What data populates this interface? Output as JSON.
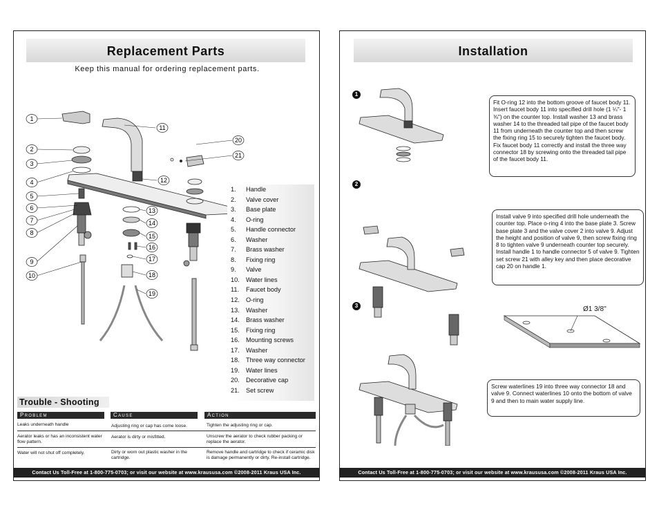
{
  "left_page": {
    "title": "Replacement Parts",
    "subtitle": "Keep this manual for ordering replacement parts.",
    "callouts": [
      "1",
      "2",
      "3",
      "4",
      "5",
      "6",
      "7",
      "8",
      "9",
      "10",
      "11",
      "12",
      "13",
      "14",
      "15",
      "16",
      "17",
      "18",
      "19",
      "20",
      "21"
    ],
    "parts": [
      {
        "num": "1.",
        "name": "Handle"
      },
      {
        "num": "2.",
        "name": "Valve cover"
      },
      {
        "num": "3.",
        "name": "Base plate"
      },
      {
        "num": "4.",
        "name": "O-ring"
      },
      {
        "num": "5.",
        "name": "Handle connector"
      },
      {
        "num": "6.",
        "name": "Washer"
      },
      {
        "num": "7.",
        "name": "Brass washer"
      },
      {
        "num": "8.",
        "name": "Fixing ring"
      },
      {
        "num": "9.",
        "name": "Valve"
      },
      {
        "num": "10.",
        "name": "Water lines"
      },
      {
        "num": "11.",
        "name": "Faucet body"
      },
      {
        "num": "12.",
        "name": "O-ring"
      },
      {
        "num": "13.",
        "name": "Washer"
      },
      {
        "num": "14.",
        "name": "Brass washer"
      },
      {
        "num": "15.",
        "name": "Fixing ring"
      },
      {
        "num": "16.",
        "name": "Mounting screws"
      },
      {
        "num": "17.",
        "name": "Washer"
      },
      {
        "num": "18.",
        "name": "Three way connector"
      },
      {
        "num": "19.",
        "name": "Water lines"
      },
      {
        "num": "20.",
        "name": "Decorative cap"
      },
      {
        "num": "21.",
        "name": "Set screw"
      }
    ],
    "troubleshooting": {
      "title": "Trouble - Shooting",
      "headers": [
        "Problem",
        "Cause",
        "Action"
      ],
      "rows": [
        {
          "problem": "Leaks underneath handle",
          "cause": "Adjusting ring or cap has come loose.",
          "action": "Tighten the adjusting ring or cap."
        },
        {
          "problem": "Aerator leaks or has an inconsistent water flow pattern.",
          "cause": "Aerator is dirty or misfitted.",
          "action": "Unscrew the aerator to check rubber packing or replace the aerator."
        },
        {
          "problem": "Water will not shut off completely.",
          "cause": "Dirty or worn out plastic washer in the cartridge.",
          "action": "Remove handle and cartridge to check if ceramic disk is damage permanently or dirty. Re-install cartridge."
        }
      ]
    },
    "footer": "Contact Us Toll-Free at 1-800-775-0703; or visit our website at www.kraususa.com ©2008-2011 Kraus USA Inc."
  },
  "right_page": {
    "title": "Installation",
    "steps": [
      {
        "num": "1",
        "text": "Fit O-ring  12 into the bottom groove of faucet body 11. Insert faucet body 11 into specified drill hole (1 ¼\"- 1 ⅜\") on the counter top. Install washer 13 and brass washer 14 to the threaded tail pipe of the faucet body 11 from underneath the counter top and then screw the fixing ring 15 to securely tighten the faucet body. Fix faucet body 11 correctly and install the three way connector 18 by screwing onto the threaded tail pipe of the faucet body 11."
      },
      {
        "num": "2",
        "text": "Install valve 9 into specified drill hole underneath the counter top. Place o-ring 4 into the base plate 3. Screw base plate 3 and the valve cover 2 into valve 9. Adjust the height and position of valve 9, then screw fixing ring 8 to tighten valve 9 underneath counter top securely. Install handle 1 to handle connector 5 of valve 9. Tighten set screw 21 with alley key and then place decorative cap 20 on handle 1."
      },
      {
        "num": "3",
        "text": "Screw waterlines 19 into three way connector 18 and valve 9. Connect waterlines 10 onto the bottom of valve 9 and then to main water supply line."
      }
    ],
    "dimension": "Ø1 3/8''",
    "footer": "Contact Us Toll-Free at 1-800-775-0703; or visit our website at www.kraususa.com ©2008-2011 Kraus USA Inc."
  }
}
